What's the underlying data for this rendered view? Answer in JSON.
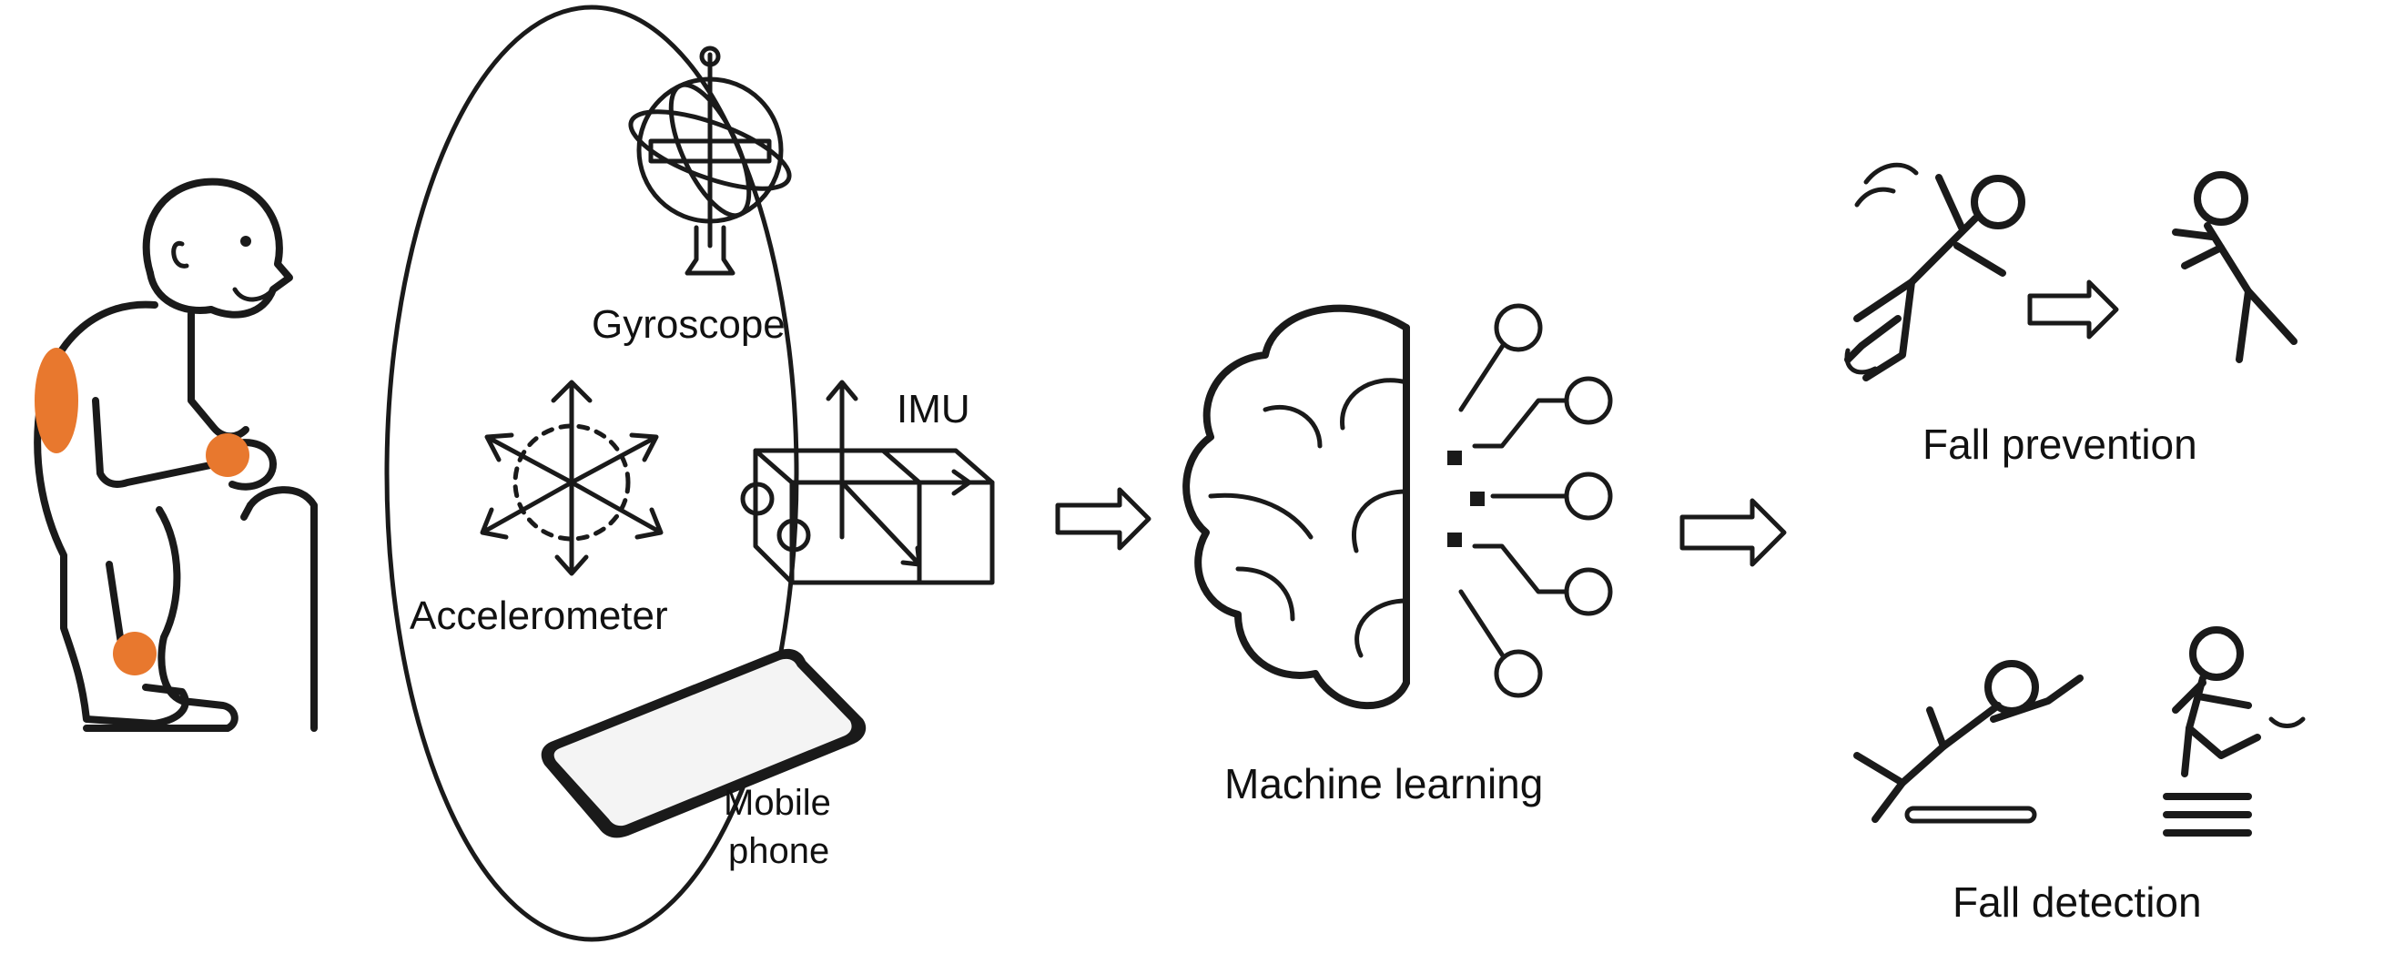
{
  "labels": {
    "gyroscope": "Gyroscope",
    "imu": "IMU",
    "accelerometer": "Accelerometer",
    "mobile_phone_line1": "Mobile",
    "mobile_phone_line2": "phone",
    "machine_learning": "Machine learning",
    "fall_prevention": "Fall prevention",
    "fall_detection": "Fall detection"
  },
  "colors": {
    "line": "#1a1a1a",
    "sensor_marker": "#e8782e",
    "background": "#ffffff"
  },
  "icons": [
    "elderly-person-with-cane-icon",
    "gyroscope-icon",
    "accelerometer-icon",
    "imu-icon",
    "mobile-phone-icon",
    "brain-circuit-icon",
    "person-slipping-icon",
    "person-recovering-icon",
    "person-falling-icon",
    "person-fallen-icon",
    "right-arrow-icon"
  ]
}
